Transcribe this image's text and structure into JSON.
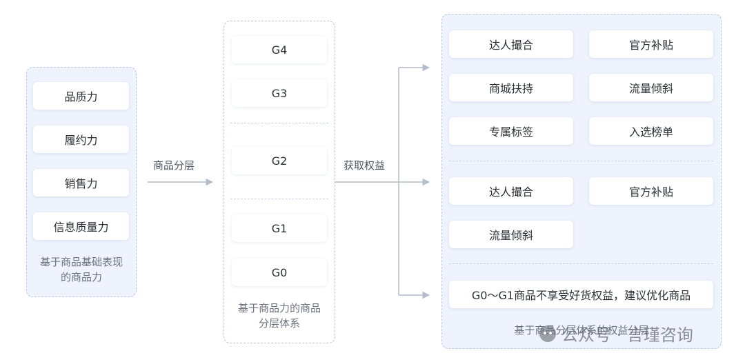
{
  "left": {
    "items": [
      "品质力",
      "履约力",
      "销售力",
      "信息质量力"
    ],
    "caption_lines": [
      "基于商品基础表现",
      "的商品力"
    ]
  },
  "arrow1_label": "商品分层",
  "middle": {
    "tiers": [
      "G4",
      "G3",
      "G2",
      "G1",
      "G0"
    ],
    "caption_lines": [
      "基于商品力的商品",
      "分层体系"
    ]
  },
  "arrow2_label": "获取权益",
  "right": {
    "group1": [
      "达人撮合",
      "官方补贴",
      "商城扶持",
      "流量倾斜",
      "专属标签",
      "入选榜单"
    ],
    "group2": [
      "达人撮合",
      "官方补贴",
      "流量倾斜"
    ],
    "group3": "G0～G1商品不享受好货权益，建议优化商品",
    "caption": "基于商品分层体系的权益分层"
  },
  "watermark": {
    "icon": "wechat-icon",
    "text": "公众号 · 言瑾咨询"
  }
}
